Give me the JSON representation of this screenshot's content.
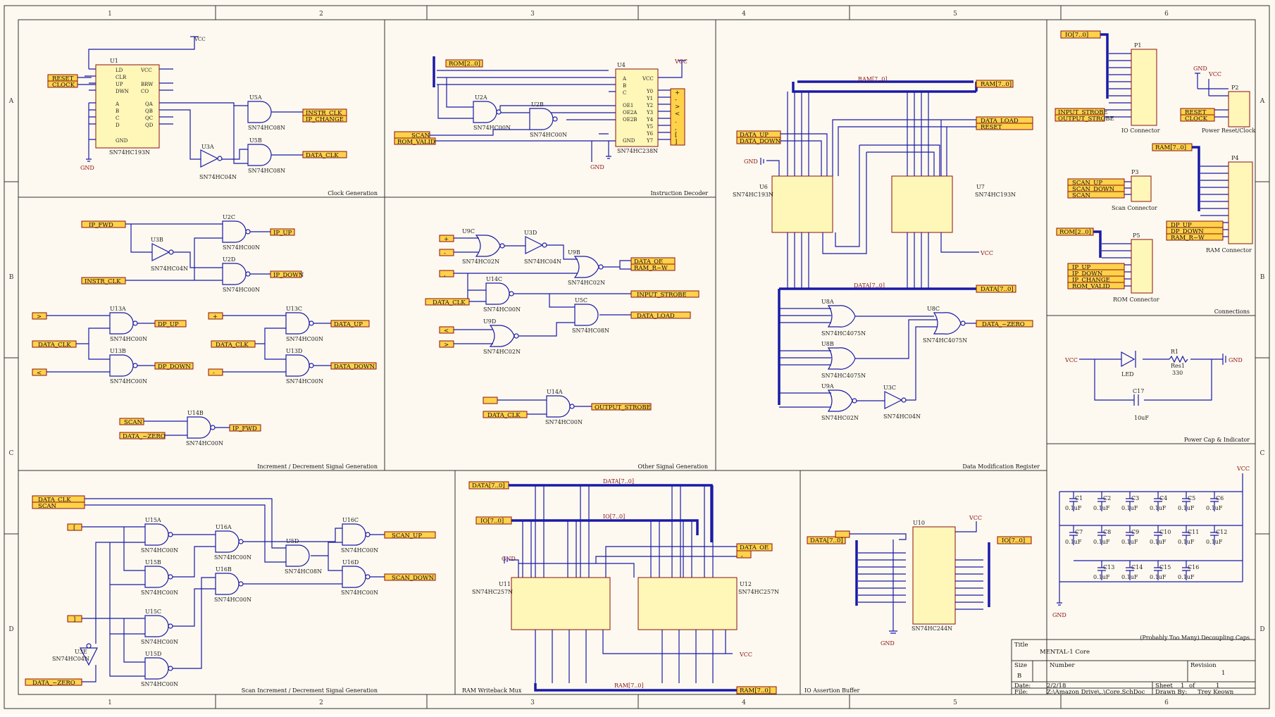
{
  "grid": {
    "cols": [
      "1",
      "2",
      "3",
      "4",
      "5",
      "6"
    ],
    "rows": [
      "A",
      "B",
      "C",
      "D"
    ]
  },
  "sections": {
    "clock": "Clock Generation",
    "instr": "Instruction Decoder",
    "incdec": "Increment / Decrement Signal Generation",
    "other": "Other Signal Generation",
    "datareg": "Data Modification Register",
    "scan": "Scan Increment / Decrement Signal Generation",
    "ramwb": "RAM Writeback Mux",
    "ioassert": "IO Assertion Buffer",
    "connections": "Connections",
    "powercap": "Power Cap & Indicator",
    "decoupling": "(Probably Too Many) Decoupling Caps"
  },
  "ports": {
    "reset": "RESET",
    "clock": "CLOCK",
    "instr_clk": "INSTR_CLK",
    "ip_change": "IP_CHANGE",
    "data_clk": "DATA_CLK",
    "rom20": "ROM[2..0]",
    "scan": "SCAN",
    "rom_valid": "ROM_VALID",
    "ip_fwd": "IP_FWD",
    "ip_up": "IP_UP",
    "ip_down": "IP_DOWN",
    "dp_up": "DP_UP",
    "dp_down": "DP_DOWN",
    "data_up": "DATA_UP",
    "data_down": "DATA_DOWN",
    "data_zero": "DATA_~ZERO",
    "data_oe": "DATA_OE",
    "ram_rw": "RAM_R~W",
    "input_strobe": "INPUT_STROBE",
    "data_load": "DATA_LOAD",
    "output_strobe": "OUTPUT_STROBE",
    "ram70": "RAM[7..0]",
    "data70": "DATA[7..0]",
    "io70": "IO[7..0]",
    "scan_up": "SCAN_UP",
    "scan_down": "SCAN_DOWN",
    "lt": "<",
    "gt": ">",
    "lb": "[",
    "rb": "]",
    "comma": ",",
    "dot": ".",
    "plus": "+",
    "minus": "-",
    "gnd": "GND",
    "vcc": "VCC"
  },
  "parts": {
    "u1": "SN74HC193N",
    "u1_ref": "U1",
    "u5a": "SN74HC08N",
    "u5a_ref": "U5A",
    "u5b": "SN74HC08N",
    "u5b_ref": "U5B",
    "u3a": "SN74HC04N",
    "u3a_ref": "U3A",
    "u2a": "SN74HC00N",
    "u2a_ref": "U2A",
    "u2b": "SN74HC00N",
    "u2b_ref": "U2B",
    "u4": "SN74HC238N",
    "u4_ref": "U4",
    "u2c": "SN74HC00N",
    "u2c_ref": "U2C",
    "u2d": "SN74HC00N",
    "u2d_ref": "U2D",
    "u3b": "SN74HC04N",
    "u3b_ref": "U3B",
    "u13a": "SN74HC00N",
    "u13a_ref": "U13A",
    "u13b": "SN74HC00N",
    "u13b_ref": "U13B",
    "u13c": "SN74HC00N",
    "u13c_ref": "U13C",
    "u13d": "SN74HC00N",
    "u13d_ref": "U13D",
    "u14b": "SN74HC00N",
    "u14b_ref": "U14B",
    "u9c": "SN74HC02N",
    "u9c_ref": "U9C",
    "u3d": "SN74HC04N",
    "u3d_ref": "U3D",
    "u9b": "SN74HC02N",
    "u9b_ref": "U9B",
    "u14c": "SN74HC00N",
    "u14c_ref": "U14C",
    "u5c": "SN74HC08N",
    "u5c_ref": "U5C",
    "u9d": "SN74HC02N",
    "u9d_ref": "U9D",
    "u14a": "SN74HC00N",
    "u14a_ref": "U14A",
    "u6": "SN74HC193N",
    "u6_ref": "U6",
    "u7": "SN74HC193N",
    "u7_ref": "U7",
    "u8a": "SN74HC4075N",
    "u8a_ref": "U8A",
    "u8b": "SN74HC4075N",
    "u8b_ref": "U8B",
    "u8c": "SN74HC4075N",
    "u8c_ref": "U8C",
    "u9a": "SN74HC02N",
    "u9a_ref": "U9A",
    "u3c": "SN74HC04N",
    "u3c_ref": "U3C",
    "u15a": "SN74HC00N",
    "u15a_ref": "U15A",
    "u15b": "SN74HC00N",
    "u15b_ref": "U15B",
    "u15c": "SN74HC00N",
    "u15c_ref": "U15C",
    "u15d": "SN74HC00N",
    "u15d_ref": "U15D",
    "u16a": "SN74HC00N",
    "u16a_ref": "U16A",
    "u16b": "SN74HC00N",
    "u16b_ref": "U16B",
    "u16c": "SN74HC00N",
    "u16c_ref": "U16C",
    "u16d": "SN74HC00N",
    "u16d_ref": "U16D",
    "u5d": "SN74HC08N",
    "u5d_ref": "U5D",
    "u3e": "SN74HC04N",
    "u3e_ref": "U3E",
    "u11": "SN74HC257N",
    "u11_ref": "U11",
    "u12": "SN74HC257N",
    "u12_ref": "U12",
    "u10": "SN74HC244N",
    "u10_ref": "U10"
  },
  "connectors": {
    "p1": "P1",
    "p1_name": "IO Connector",
    "p2": "P2",
    "p2_name": "Power Reset/Clock",
    "p3": "P3",
    "p3_name": "Scan Connector",
    "p4": "P4",
    "p4_name": "RAM Connector",
    "p5": "P5",
    "p5_name": "ROM Connector"
  },
  "powercap": {
    "led": "LED",
    "r1": "R1",
    "res": "Res1",
    "rval": "330",
    "c17": "C17",
    "cval": "10uF"
  },
  "caps": {
    "value": "0.1uF",
    "refs": [
      "C1",
      "C2",
      "C3",
      "C4",
      "C5",
      "C6",
      "C7",
      "C8",
      "C9",
      "C10",
      "C11",
      "C12",
      "C13",
      "C14",
      "C15",
      "C16"
    ]
  },
  "titleblock": {
    "title_lbl": "Title",
    "title": "MENTAL-1 Core",
    "size_lbl": "Size",
    "size": "B",
    "number_lbl": "Number",
    "revision_lbl": "Revision",
    "revision": "1",
    "date_lbl": "Date:",
    "date": "2/2/18",
    "sheet_lbl": "Sheet",
    "sheet_no": "1",
    "of": "of",
    "sheet_total": "1",
    "file_lbl": "File:",
    "file": "Z:\\Amazon Drive\\..\\Core.SchDoc",
    "drawn_lbl": "Drawn By:",
    "drawn": "Trey Keown"
  }
}
